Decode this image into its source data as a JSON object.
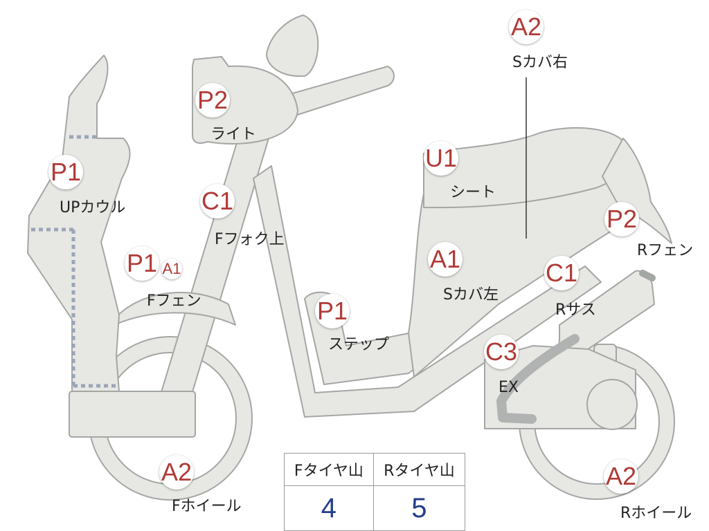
{
  "parts": [
    {
      "id": "up-cowl",
      "grade": "P1",
      "label": "UPカウル"
    },
    {
      "id": "light",
      "grade": "P2",
      "label": "ライト"
    },
    {
      "id": "f-fork-upper",
      "grade": "C1",
      "label": "Fフォク上"
    },
    {
      "id": "f-fender",
      "grade": "P1",
      "grade2": "A1",
      "label": "Fフェン"
    },
    {
      "id": "f-wheel",
      "grade": "A2",
      "label": "Fホイール"
    },
    {
      "id": "step",
      "grade": "P1",
      "label": "ステップ"
    },
    {
      "id": "seat",
      "grade": "U1",
      "label": "シート"
    },
    {
      "id": "s-cover-left",
      "grade": "A1",
      "label": "Sカバ左"
    },
    {
      "id": "s-cover-right",
      "grade": "A2",
      "label": "Sカバ右"
    },
    {
      "id": "r-fender",
      "grade": "P2",
      "label": "Rフェン"
    },
    {
      "id": "r-suspension",
      "grade": "C1",
      "label": "Rサス"
    },
    {
      "id": "exhaust",
      "grade": "C3",
      "label": "EX"
    },
    {
      "id": "r-wheel",
      "grade": "A2",
      "label": "Rホイール"
    }
  ],
  "tire_table": {
    "headers": [
      "Fタイヤ山",
      "Rタイヤ山"
    ],
    "values": [
      "4",
      "5"
    ]
  },
  "colors": {
    "part_fill": "#e7e7e3",
    "part_stroke": "#a3a7a4",
    "grade_text": "#b03a36",
    "table_value": "#233e8b",
    "dotted": "#9aa6b8"
  }
}
